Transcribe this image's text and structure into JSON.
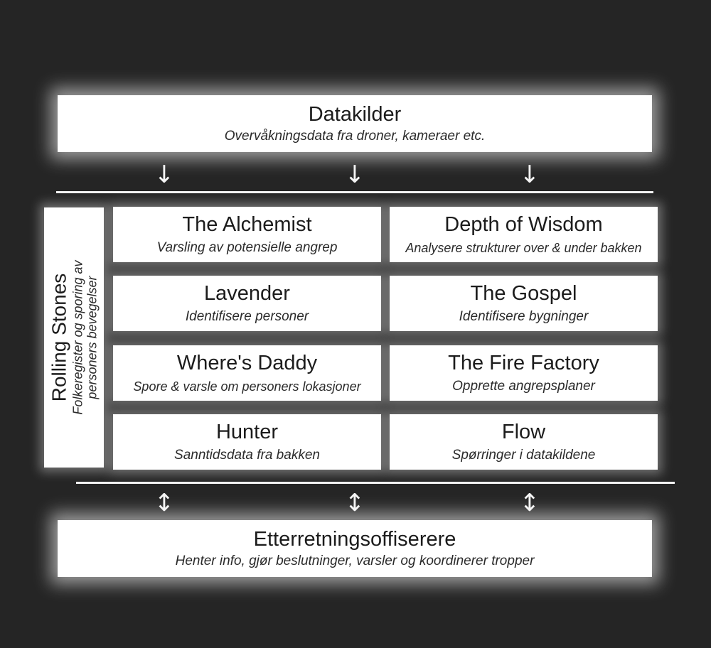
{
  "top": {
    "title": "Datakilder",
    "subtitle": "Overvåkningsdata fra droner, kameraer etc."
  },
  "side": {
    "title": "Rolling Stones",
    "subtitle_line1": "Folkeregister og sporing av",
    "subtitle_line2": "personers bevegelser"
  },
  "grid": [
    {
      "title": "The Alchemist",
      "subtitle": "Varsling av potensielle angrep"
    },
    {
      "title": "Depth of Wisdom",
      "subtitle": "Analysere strukturer over & under bakken"
    },
    {
      "title": "Lavender",
      "subtitle": "Identifisere personer"
    },
    {
      "title": "The Gospel",
      "subtitle": "Identifisere bygninger"
    },
    {
      "title": "Where's Daddy",
      "subtitle": "Spore & varsle om personers lokasjoner"
    },
    {
      "title": "The Fire Factory",
      "subtitle": "Opprette angrepsplaner"
    },
    {
      "title": "Hunter",
      "subtitle": "Sanntidsdata fra bakken"
    },
    {
      "title": "Flow",
      "subtitle": "Spørringer i datakildene"
    }
  ],
  "bottom": {
    "title": "Etterretningsoffiserere",
    "subtitle": "Henter info, gjør beslutninger, varsler og koordinerer tropper"
  },
  "arrows": {
    "down_symbol": "↓",
    "bidirectional_symbol": "↕"
  },
  "colors": {
    "background": "#252525",
    "box": "#ffffff",
    "text": "#1c1c1c",
    "line": "#f2f2f2"
  }
}
